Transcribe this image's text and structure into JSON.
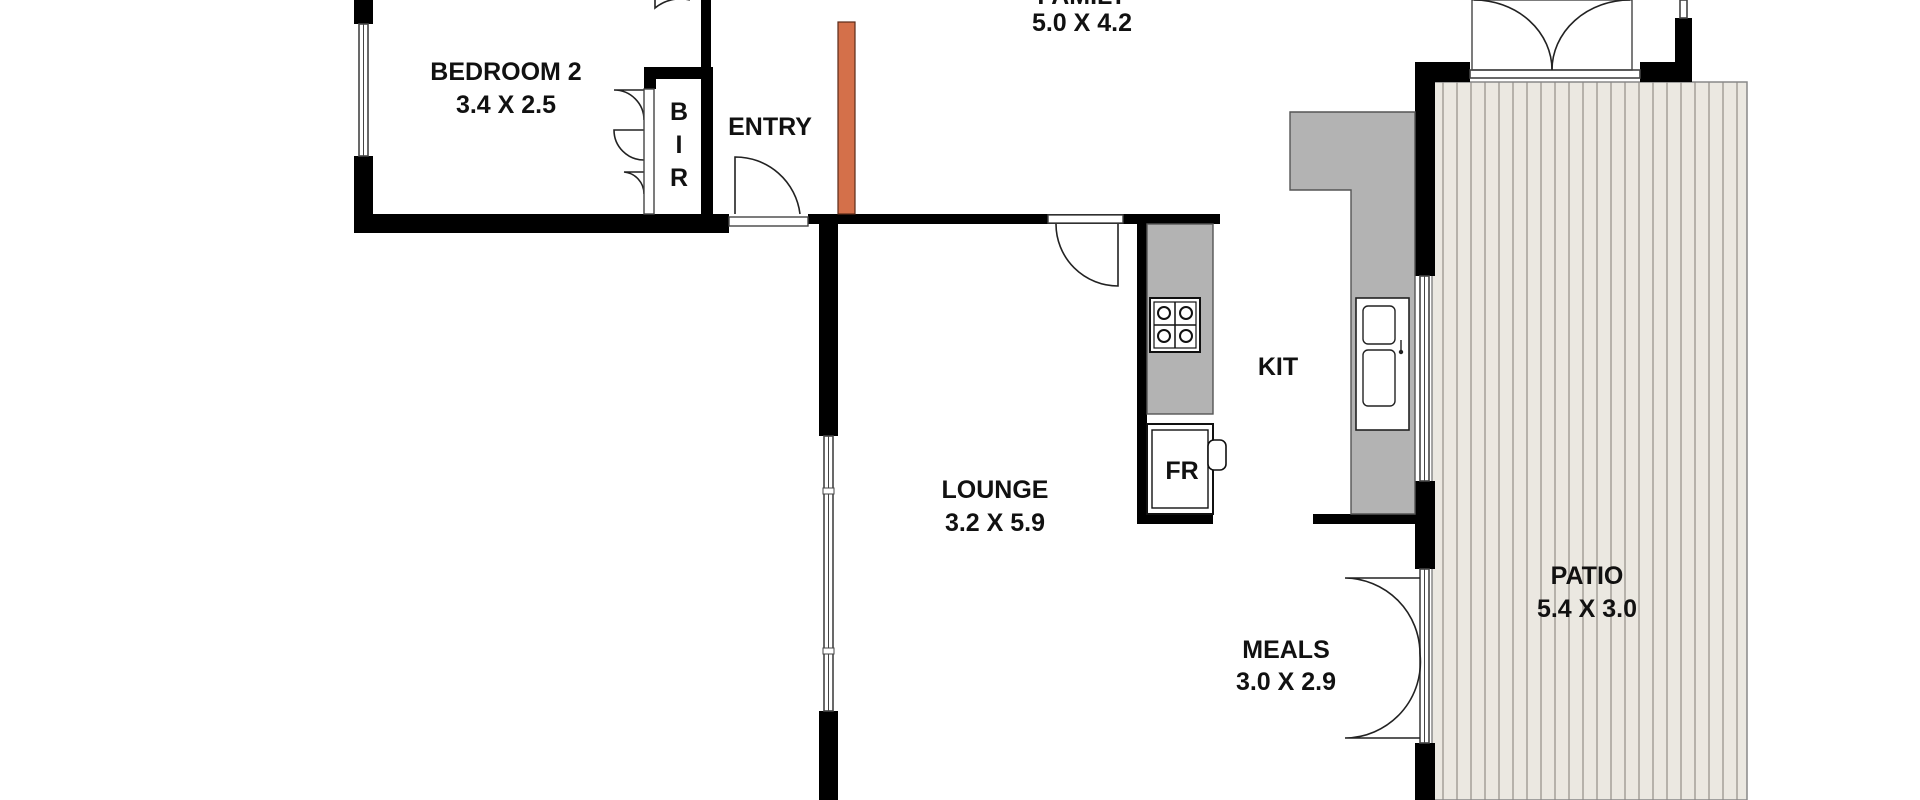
{
  "colors": {
    "wall": "#000000",
    "bench": "#b3b3b3",
    "feature_wall": "#d4704a",
    "patio_fill": "#ebe8e1",
    "patio_lines": "#9f9a94",
    "background": "#ffffff"
  },
  "rooms": {
    "family": {
      "name": "FAMILY",
      "size": "5.0 X 4.2"
    },
    "bedroom2": {
      "name": "BEDROOM 2",
      "size": "3.4 X 2.5"
    },
    "bir": {
      "letters": [
        "B",
        "I",
        "R"
      ]
    },
    "entry": {
      "name": "ENTRY"
    },
    "kit": {
      "name": "KIT"
    },
    "lounge": {
      "name": "LOUNGE",
      "size": "3.2 X 5.9"
    },
    "fridge": {
      "name": "FR"
    },
    "meals": {
      "name": "MEALS",
      "size": "3.0 X 2.9"
    },
    "patio": {
      "name": "PATIO",
      "size": "5.4 X 3.0"
    }
  },
  "icons": {
    "cooktop": "cooktop-icon",
    "sink": "sink-icon"
  }
}
